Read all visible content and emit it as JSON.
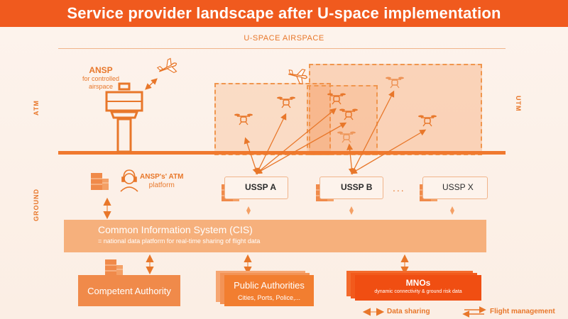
{
  "banner": {
    "title": "Service provider landscape after U-space implementation"
  },
  "airspace": {
    "label": "U-SPACE AIRSPACE"
  },
  "sides": {
    "atm": "ATM",
    "utm": "UTM",
    "ground": "GROUND"
  },
  "ansp": {
    "title": "ANSP",
    "subtitle_line1": "for controlled",
    "subtitle_line2": "airspace"
  },
  "atm_platform": {
    "title": "ANSP's' ATM",
    "subtitle": "platform"
  },
  "ussp": [
    {
      "label": "USSP A"
    },
    {
      "label": "USSP B"
    },
    {
      "label": "USSP X"
    }
  ],
  "ellipsis": "...",
  "cis": {
    "title": "Common Information System (CIS)",
    "subtitle": "= national data platform for real-time sharing of flight data"
  },
  "bottom": {
    "competent": "Competent Authority",
    "public_title": "Public Authorities",
    "public_sub": "Cities, Ports, Police,...",
    "mno_title": "MNOs",
    "mno_sub": "dynamic connectivity & ground risk data"
  },
  "legend": {
    "data_sharing": "Data sharing",
    "flight_management": "Flight management"
  },
  "colors": {
    "accent": "#f05a1e",
    "light": "#f6b07c",
    "mid": "#f0792e"
  }
}
